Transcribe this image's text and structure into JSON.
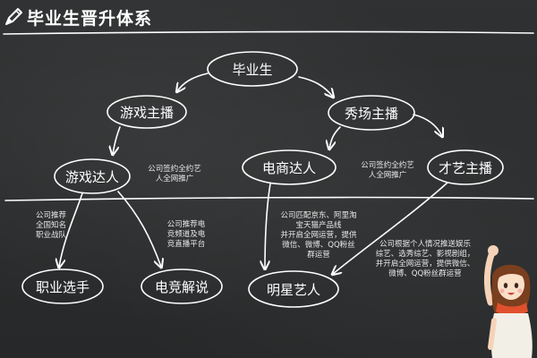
{
  "title": "毕业生晋升体系",
  "nodes": {
    "graduate": "毕业生",
    "game_anchor": "游戏主播",
    "show_anchor": "秀场主播",
    "game_expert": "游戏达人",
    "ecommerce_expert": "电商达人",
    "talent_anchor": "才艺主播",
    "pro_player": "职业选手",
    "esports_commentator": "电竞解说",
    "star_artist": "明星艺人"
  },
  "notes": {
    "game_signing": "公司签约全约艺\n人全网推广",
    "show_signing": "公司签约全约艺\n人全网推广",
    "pro_recommend": "公司推荐\n全国知名\n职业战队",
    "esports_recommend": "公司推荐电\n竞频道及电\n竞直播平台",
    "ecommerce_match": "公司匹配京东、阿里淘\n宝天猫产品线\n并开启全网运营，提供\n微信、微博、QQ粉丝\n群运营",
    "talent_plan": "公司根据个人情况推送娱乐\n综艺、选秀综艺、影视剧组，\n并开启全网运营，提供微信、\n微博、QQ粉丝群运营"
  },
  "colors": {
    "board": "#2b2d2e",
    "chalk": "#ffffff"
  },
  "icons": [
    "pencil-icon",
    "cartoon-girl-illustration"
  ]
}
